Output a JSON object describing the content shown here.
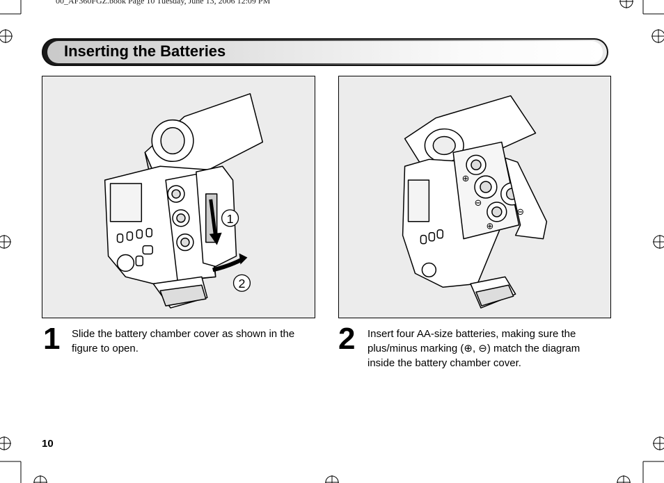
{
  "header": {
    "file_info": "00_AF360FGZ.book  Page 10  Tuesday, June 13, 2006  12:09 PM"
  },
  "title": "Inserting the Batteries",
  "figures": {
    "step1_callouts": [
      "1",
      "2"
    ],
    "step2_markers": [
      "⊕",
      "⊖",
      "⊖",
      "⊖",
      "⊕"
    ]
  },
  "steps": [
    {
      "number": "1",
      "text": "Slide the battery chamber cover as shown in the figure to open."
    },
    {
      "number": "2",
      "text": "Insert four AA-size batteries, making sure the plus/minus marking (⊕, ⊖) match the diagram inside the battery chamber cover."
    }
  ],
  "page_number": "10"
}
